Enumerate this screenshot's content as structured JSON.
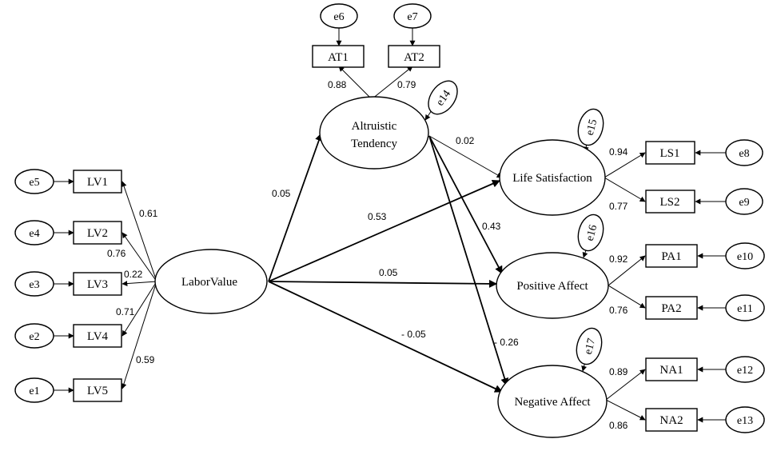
{
  "latents": {
    "labor": "LaborValue",
    "altruistic": [
      "Altruistic",
      "Tendency"
    ],
    "life": "Life Satisfaction",
    "positive": "Positive Affect",
    "negative": "Negative Affect"
  },
  "indicators": {
    "LV1": "LV1",
    "LV2": "LV2",
    "LV3": "LV3",
    "LV4": "LV4",
    "LV5": "LV5",
    "AT1": "AT1",
    "AT2": "AT2",
    "LS1": "LS1",
    "LS2": "LS2",
    "PA1": "PA1",
    "PA2": "PA2",
    "NA1": "NA1",
    "NA2": "NA2"
  },
  "errors": {
    "e1": "e1",
    "e2": "e2",
    "e3": "e3",
    "e4": "e4",
    "e5": "e5",
    "e6": "e6",
    "e7": "e7",
    "e8": "e8",
    "e9": "e9",
    "e10": "e10",
    "e11": "e11",
    "e12": "e12",
    "e13": "e13",
    "e14": "e14",
    "e15": "e15",
    "e16": "e16",
    "e17": "e17"
  },
  "loadings": {
    "LV1": "0.61",
    "LV2": "0.76",
    "LV3": "0.22",
    "LV4": "0.71",
    "LV5": "0.59",
    "AT1": "0.88",
    "AT2": "0.79",
    "LS1": "0.94",
    "LS2": "0.77",
    "PA1": "0.92",
    "PA2": "0.76",
    "NA1": "0.89",
    "NA2": "0.86"
  },
  "paths": {
    "labor_altruistic": "0.05",
    "labor_life": "0.53",
    "labor_positive": "0.05",
    "labor_negative": "- 0.05",
    "altruistic_life": "0.02",
    "altruistic_positive": "0.43",
    "altruistic_negative": "- 0.26"
  }
}
